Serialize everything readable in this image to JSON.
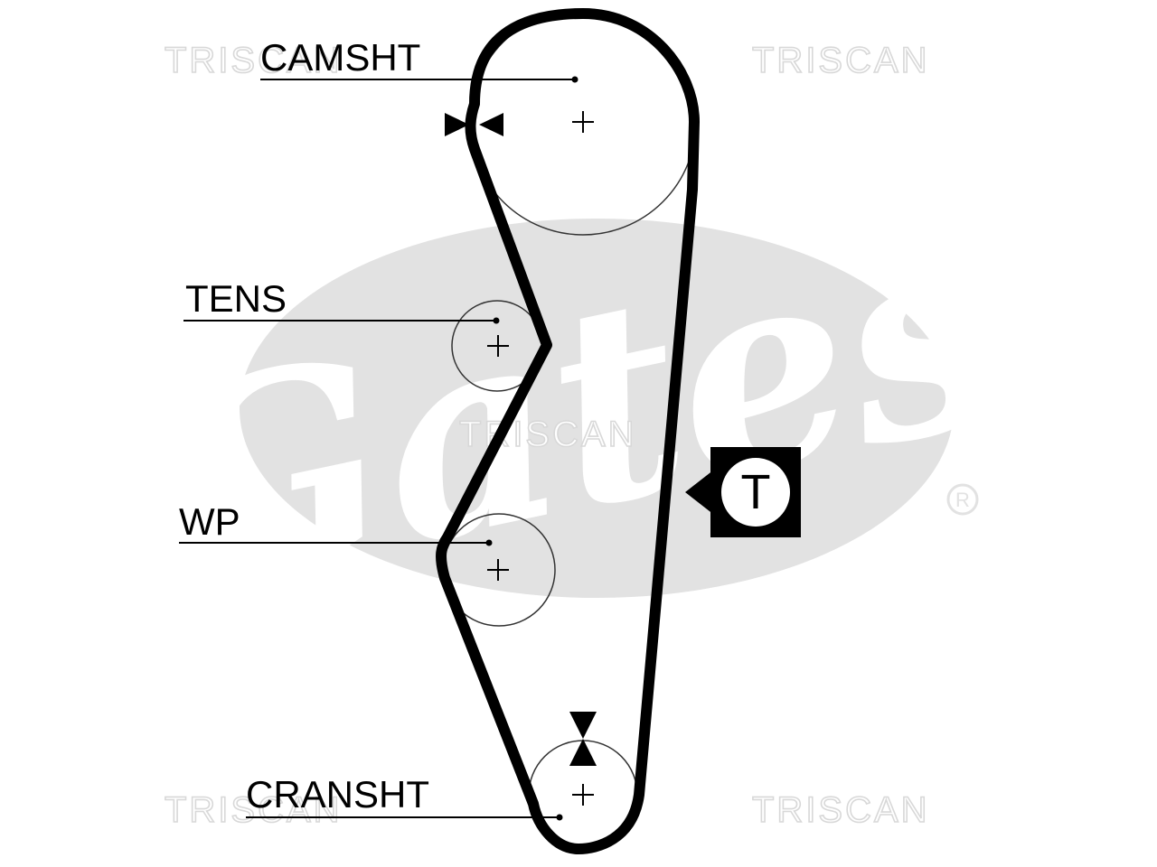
{
  "watermark": {
    "text": "TRISCAN",
    "color": "#d8d8d8"
  },
  "logo": {
    "brand_text": "Gates",
    "registered_mark": "®",
    "color": "#e2e2e2"
  },
  "labels": {
    "camshaft": "CAMSHT",
    "tensioner": "TENS",
    "water_pump": "WP",
    "crankshaft": "CRANSHT"
  },
  "tension_symbol": {
    "letter": "T"
  },
  "colors": {
    "belt": "#000000",
    "pulley_outline": "#333333",
    "background": "#ffffff"
  }
}
